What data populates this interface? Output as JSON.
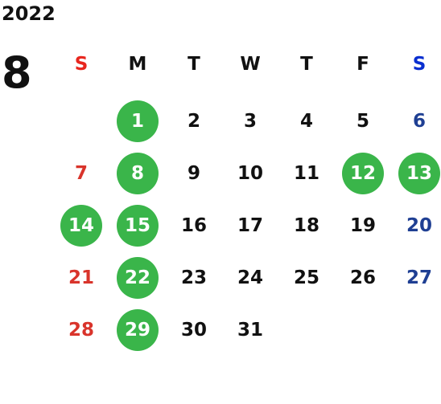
{
  "calendar": {
    "year": "2022",
    "month": "8",
    "weekdays": [
      {
        "label": "S",
        "color": "#e8261e"
      },
      {
        "label": "M",
        "color": "#111111"
      },
      {
        "label": "T",
        "color": "#111111"
      },
      {
        "label": "W",
        "color": "#111111"
      },
      {
        "label": "T",
        "color": "#111111"
      },
      {
        "label": "F",
        "color": "#111111"
      },
      {
        "label": "S",
        "color": "#0a2fd0"
      }
    ],
    "colors": {
      "sunday": "#d9342b",
      "saturday": "#1f3f93",
      "weekday": "#111111",
      "highlight": "#3ab54a",
      "highlight_text": "#ffffff"
    },
    "weeks": [
      [
        null,
        {
          "n": "1",
          "h": true
        },
        {
          "n": "2"
        },
        {
          "n": "3"
        },
        {
          "n": "4"
        },
        {
          "n": "5"
        },
        {
          "n": "6"
        }
      ],
      [
        {
          "n": "7"
        },
        {
          "n": "8",
          "h": true
        },
        {
          "n": "9"
        },
        {
          "n": "10"
        },
        {
          "n": "11"
        },
        {
          "n": "12",
          "h": true
        },
        {
          "n": "13",
          "h": true
        }
      ],
      [
        {
          "n": "14",
          "h": true
        },
        {
          "n": "15",
          "h": true
        },
        {
          "n": "16"
        },
        {
          "n": "17"
        },
        {
          "n": "18"
        },
        {
          "n": "19"
        },
        {
          "n": "20"
        }
      ],
      [
        {
          "n": "21"
        },
        {
          "n": "22",
          "h": true
        },
        {
          "n": "23"
        },
        {
          "n": "24"
        },
        {
          "n": "25"
        },
        {
          "n": "26"
        },
        {
          "n": "27"
        }
      ],
      [
        {
          "n": "28"
        },
        {
          "n": "29",
          "h": true
        },
        {
          "n": "30"
        },
        {
          "n": "31"
        },
        null,
        null,
        null
      ]
    ]
  }
}
